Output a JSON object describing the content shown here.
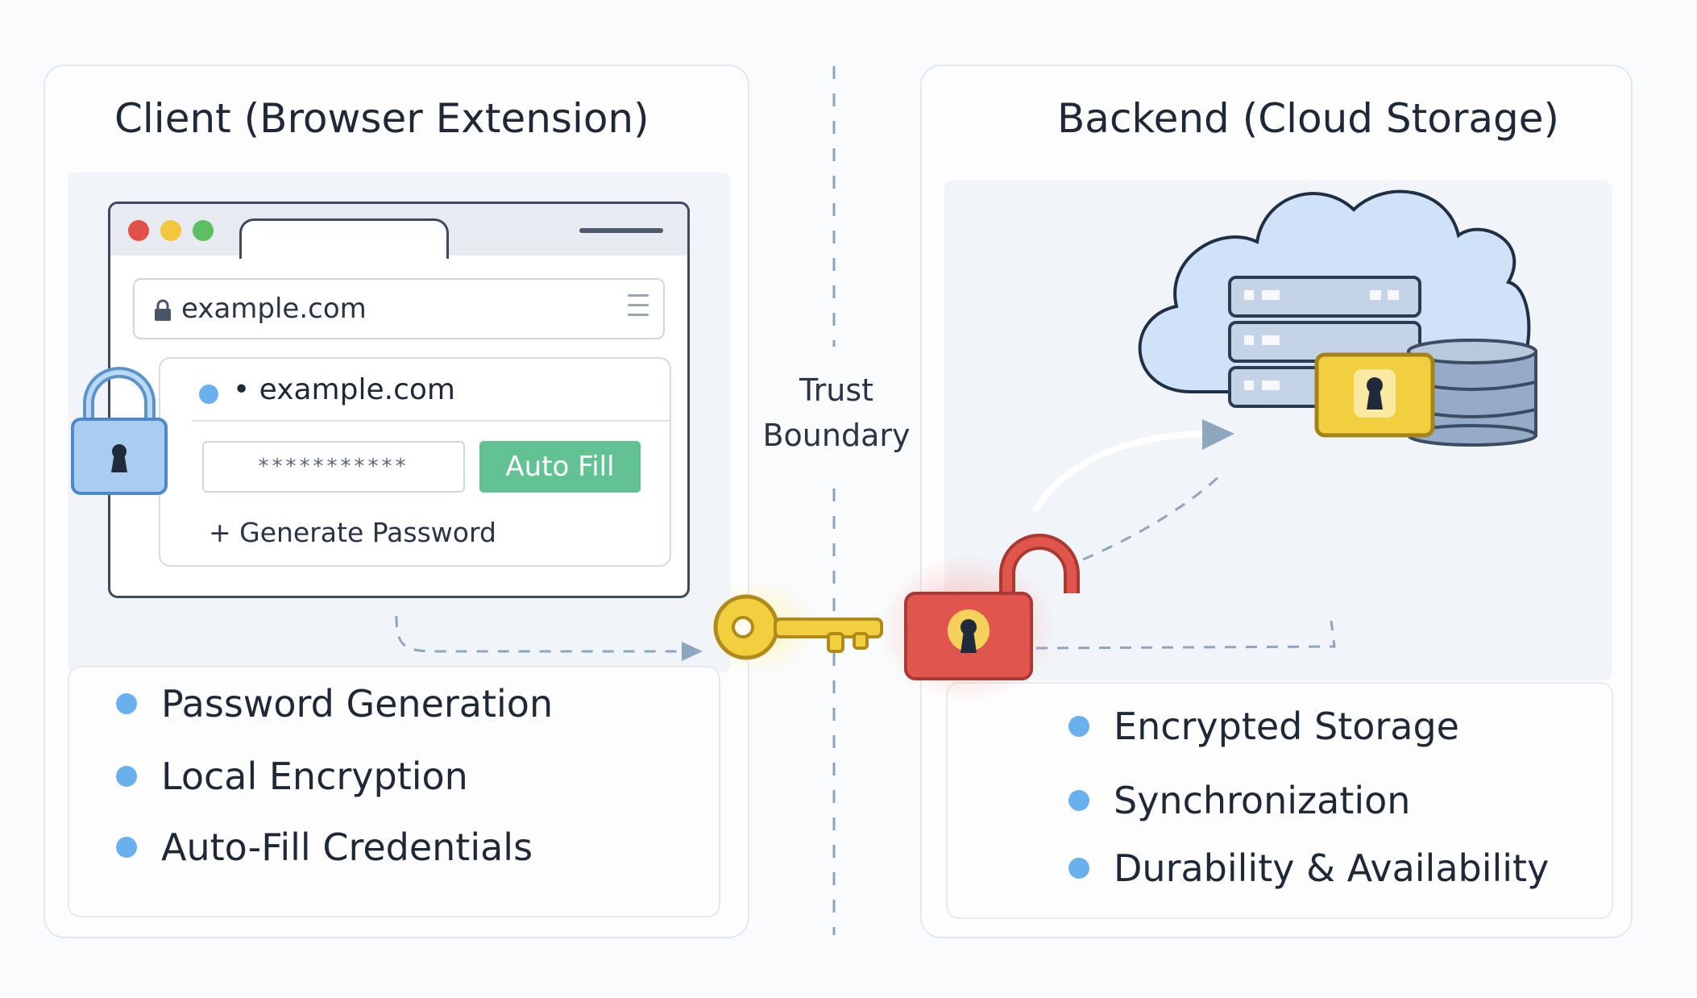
{
  "client": {
    "title": "Client (Browser Extension)",
    "browser": {
      "url": "example.com",
      "popup": {
        "site": "• example.com",
        "password_mask": "***********",
        "autofill_label": "Auto Fill",
        "generate_label": "+ Generate Password"
      }
    },
    "features": [
      "Password Generation",
      "Local Encryption",
      "Auto-Fill Credentials"
    ]
  },
  "boundary": {
    "line1": "Trust",
    "line2": "Boundary"
  },
  "backend": {
    "title": "Backend (Cloud Storage)",
    "features": [
      "Encrypted Storage",
      "Synchronization",
      "Durability & Availability"
    ]
  },
  "colors": {
    "accent_blue": "#6ab0ee",
    "autofill_green": "#62c294",
    "key_gold": "#f2cf3f",
    "unlock_red": "#e0554c",
    "cloud_blue": "#cfe2f7"
  },
  "icons": [
    "lock-icon",
    "key-icon",
    "unlocked-padlock-icon",
    "cloud-server-icon",
    "database-icon"
  ]
}
